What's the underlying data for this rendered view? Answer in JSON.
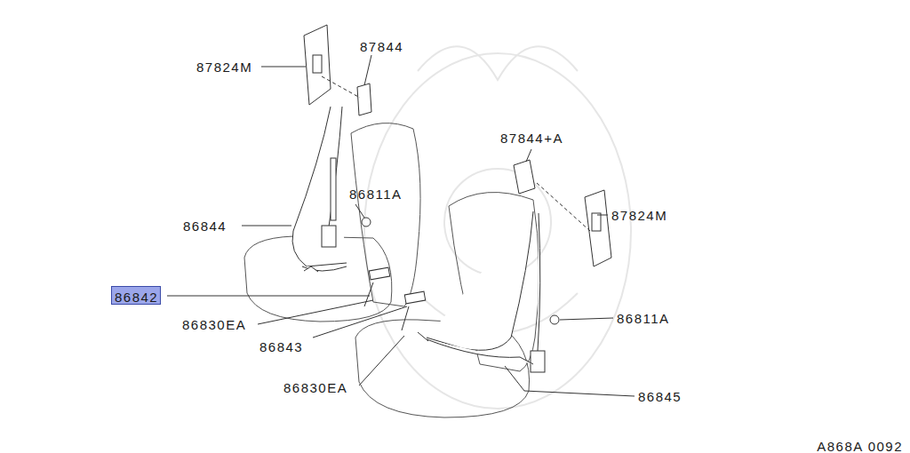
{
  "diagram": {
    "nodes": [
      {
        "text": [
          "86842"
        ]
      }
    ],
    "labels": [
      "87824M",
      "87844",
      "86811A",
      "86844",
      "86830EA",
      "86843",
      "86830EA",
      "87844+A",
      "87824M",
      "86811A",
      "86845",
      "A868A 0092"
    ]
  }
}
